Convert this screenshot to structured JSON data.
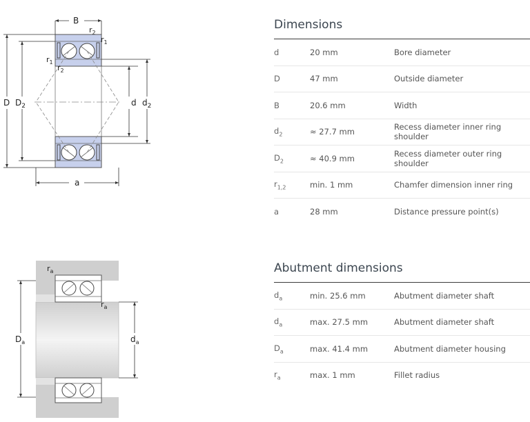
{
  "drawings": {
    "top": {
      "B": "B",
      "r2a": "r",
      "r2a_sub": "2",
      "r1a": "r",
      "r1a_sub": "1",
      "r1b": "r",
      "r1b_sub": "1",
      "r2b": "r",
      "r2b_sub": "2",
      "D": "D",
      "D2": "D",
      "D2_sub": "2",
      "d": "d",
      "d2": "d",
      "d2_sub": "2",
      "a": "a"
    },
    "bottom": {
      "ra1": "r",
      "ra1_sub": "a",
      "ra2": "r",
      "ra2_sub": "a",
      "Da": "D",
      "Da_sub": "a",
      "da": "d",
      "da_sub": "a"
    }
  },
  "dimensions": {
    "title": "Dimensions",
    "rows": [
      {
        "sym": "d",
        "sub": "",
        "value": "20 mm",
        "desc": "Bore diameter"
      },
      {
        "sym": "D",
        "sub": "",
        "value": "47 mm",
        "desc": "Outside diameter"
      },
      {
        "sym": "B",
        "sub": "",
        "value": "20.6 mm",
        "desc": "Width"
      },
      {
        "sym": "d",
        "sub": "2",
        "value": "≈ 27.7 mm",
        "desc": "Recess diameter inner ring shoulder"
      },
      {
        "sym": "D",
        "sub": "2",
        "value": "≈ 40.9 mm",
        "desc": "Recess diameter outer ring shoulder"
      },
      {
        "sym": "r",
        "sub": "1,2",
        "value": "min. 1 mm",
        "desc": "Chamfer dimension inner ring"
      },
      {
        "sym": "a",
        "sub": "",
        "value": "28 mm",
        "desc": "Distance pressure point(s)"
      }
    ]
  },
  "abutment": {
    "title": "Abutment dimensions",
    "rows": [
      {
        "sym": "d",
        "sub": "a",
        "value": "min. 25.6 mm",
        "desc": "Abutment diameter shaft"
      },
      {
        "sym": "d",
        "sub": "a",
        "value": "max. 27.5 mm",
        "desc": "Abutment diameter shaft"
      },
      {
        "sym": "D",
        "sub": "a",
        "value": "max. 41.4 mm",
        "desc": "Abutment diameter housing"
      },
      {
        "sym": "r",
        "sub": "a",
        "value": "max. 1 mm",
        "desc": "Fillet radius"
      }
    ]
  },
  "colors": {
    "ring_fill": "#c7d0ec",
    "housing_fill": "#cfcfcf",
    "shaft_fill": "#e3e3e3"
  }
}
